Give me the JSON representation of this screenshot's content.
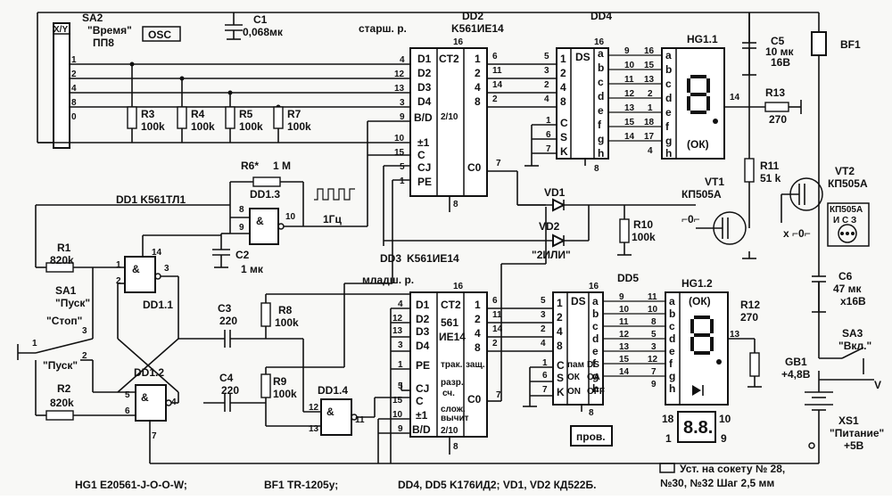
{
  "sa2": {
    "hdr": "X/Y",
    "name": "SA2",
    "mode": "\"Время\"",
    "type": "ПП8",
    "pins": [
      "1",
      "2",
      "4",
      "8",
      "0"
    ]
  },
  "osc": "OSC",
  "c1": {
    "name": "C1",
    "val": "0,068мк"
  },
  "dd2": {
    "name": "DD2",
    "chip": "K561ИЕ14",
    "tag": "старш. р.",
    "ct": "CT2",
    "mode": "2/10",
    "vcc": "16",
    "gnd": "8",
    "inL": [
      "D1",
      "D2",
      "D3",
      "D4",
      "B/D",
      "±1",
      "C",
      "CJ",
      "PE"
    ],
    "pinL": [
      "4",
      "12",
      "13",
      "3",
      "9",
      "10",
      "15",
      "5",
      "1"
    ],
    "outR": [
      "1",
      "2",
      "4",
      "8"
    ],
    "pinR": [
      "6",
      "11",
      "14",
      "2"
    ],
    "co": "C0",
    "coPin": "7"
  },
  "dd3": {
    "name": "DD3",
    "chip": "K561ИЕ14",
    "tag": "младш. р.",
    "ct": "CT2",
    "ct2": "561",
    "ct3": "ИЕ14",
    "vcc": "16",
    "gnd": "8",
    "inL": [
      "D1",
      "D2",
      "D3",
      "D4",
      "PE",
      "CJ",
      "C",
      "±1",
      "B/D"
    ],
    "pinL": [
      "4",
      "12",
      "13",
      "3",
      "1",
      "5",
      "15",
      "10",
      "9"
    ],
    "outR": [
      "1",
      "2",
      "4",
      "8"
    ],
    "pinR": [
      "6",
      "11",
      "14",
      "2"
    ],
    "co": "C0",
    "coPin": "7",
    "f1": "трак.",
    "f2": "защ.",
    "f3": "разр.",
    "f4": "сч.",
    "f5": "слож.",
    "f6": "вычит",
    "mode": "2/10"
  },
  "dd4": {
    "name": "DD4",
    "title": "DS",
    "vcc": "16",
    "gnd": "8",
    "in": [
      "1",
      "2",
      "4",
      "8",
      "C",
      "S",
      "K"
    ],
    "inPin": [
      "5",
      "3",
      "2",
      "4",
      "1",
      "6",
      "7"
    ],
    "out": [
      "a",
      "b",
      "c",
      "d",
      "e",
      "f",
      "g",
      "h"
    ],
    "outPin": [
      "9",
      "10",
      "11",
      "12",
      "13",
      "15",
      "14"
    ]
  },
  "dd5": {
    "name": "DD5",
    "title": "DS",
    "vcc": "16",
    "gnd": "8",
    "in": [
      "1",
      "2",
      "4",
      "8",
      "C",
      "S",
      "K"
    ],
    "inPin": [
      "5",
      "3",
      "2",
      "4",
      "1",
      "6",
      "7"
    ],
    "out": [
      "a",
      "b",
      "c",
      "d",
      "e",
      "f",
      "g",
      "h"
    ],
    "outPin": [
      "9",
      "10",
      "11",
      "12",
      "13",
      "15",
      "14"
    ],
    "f1": "пам",
    "f2": "DS",
    "f3": "ОК",
    "f4": "ОА",
    "f5": "ON",
    "f6": "OFF"
  },
  "hg11": {
    "name": "HG1.1",
    "ok": "(ОК)",
    "segs": [
      "a",
      "b",
      "c",
      "d",
      "e",
      "f",
      "g",
      "h"
    ],
    "map1": [
      "16",
      "15",
      "13",
      "2",
      "1",
      "18",
      "17",
      "4"
    ],
    "map0": [
      "9",
      "10",
      "11",
      "12",
      "13",
      "15",
      "14"
    ],
    "com": "14"
  },
  "hg12": {
    "name": "HG1.2",
    "ok": "(ОК)",
    "segs": [
      "a",
      "b",
      "c",
      "d",
      "e",
      "f",
      "g",
      "h"
    ],
    "map1": [
      "11",
      "10",
      "8",
      "5",
      "3",
      "12",
      "7",
      "9"
    ],
    "map0": [
      "9",
      "10",
      "11",
      "12",
      "13",
      "15",
      "14"
    ],
    "com": "13"
  },
  "r": {
    "r1": [
      "R1",
      "820k"
    ],
    "r2": [
      "R2",
      "820k"
    ],
    "r3": [
      "R3",
      "100k"
    ],
    "r4": [
      "R4",
      "100k"
    ],
    "r5": [
      "R5",
      "100k"
    ],
    "r7": [
      "R7",
      "100k"
    ],
    "r6": [
      "R6*",
      "1 M"
    ],
    "r8": [
      "R8",
      "100k"
    ],
    "r9": [
      "R9",
      "100k"
    ],
    "r10": [
      "R10",
      "100k"
    ],
    "r11": [
      "R11",
      "51 k"
    ],
    "r12": [
      "R12",
      "270"
    ],
    "r13": [
      "R13",
      "270"
    ]
  },
  "c": {
    "c2": [
      "C2",
      "1 мк"
    ],
    "c3": [
      "C3",
      "220"
    ],
    "c4": [
      "C4",
      "220"
    ],
    "c5": [
      "C5",
      "10 мк",
      "16В"
    ],
    "c6": [
      "C6",
      "47 мк",
      "х16В"
    ]
  },
  "dd1": {
    "name": "DD1 K561ТЛ1",
    "g1": "DD1.1",
    "g2": "DD1.2",
    "g3": "DD1.3",
    "g4": "DD1.4",
    "amp": "&",
    "pins1": [
      "1",
      "2",
      "3",
      "14"
    ],
    "pins2": [
      "5",
      "6",
      "4",
      "7"
    ],
    "pins3": [
      "8",
      "9",
      "10"
    ],
    "pins4": [
      "12",
      "13",
      "11"
    ]
  },
  "sa1": {
    "name": "SA1",
    "mode": "\"Пуск\"",
    "stop": "\"Стоп\"",
    "start": "\"Пуск\"",
    "p1": "1",
    "p2": "2",
    "p3": "3"
  },
  "freq": "1Гц",
  "vd": {
    "vd1": "VD1",
    "vd2": "VD2",
    "or": "\"2ИЛИ\""
  },
  "vt1": {
    "name": "VT1",
    "type": "КП505А"
  },
  "vt2": {
    "name": "VT2",
    "type": "КП505А",
    "pkg": "КП505А",
    "pins": "И С З"
  },
  "bf1": {
    "name": "BF1"
  },
  "sa3": {
    "name": "SA3",
    "mode": "\"Вкл.\""
  },
  "gb1": {
    "name": "GB1",
    "val": "+4,8В"
  },
  "xs1": {
    "name": "XS1",
    "mode": "\"Питание\"",
    "val": "+5В"
  },
  "btn": "пров.",
  "disp": {
    "n18": "18",
    "n10": "10",
    "n1": "1",
    "n9": "9"
  },
  "footer": {
    "hg": "HG1   E20561-J-O-O-W;",
    "bf": "BF1   TR-1205у;",
    "dd": "DD4,  DD5   K176ИД2;   VD1,  VD2   КД522Б.",
    "socket": "Уст. на сокету № 28,",
    "socket2": "№30, №32 Шаг 2,5 мм"
  },
  "v": "V"
}
